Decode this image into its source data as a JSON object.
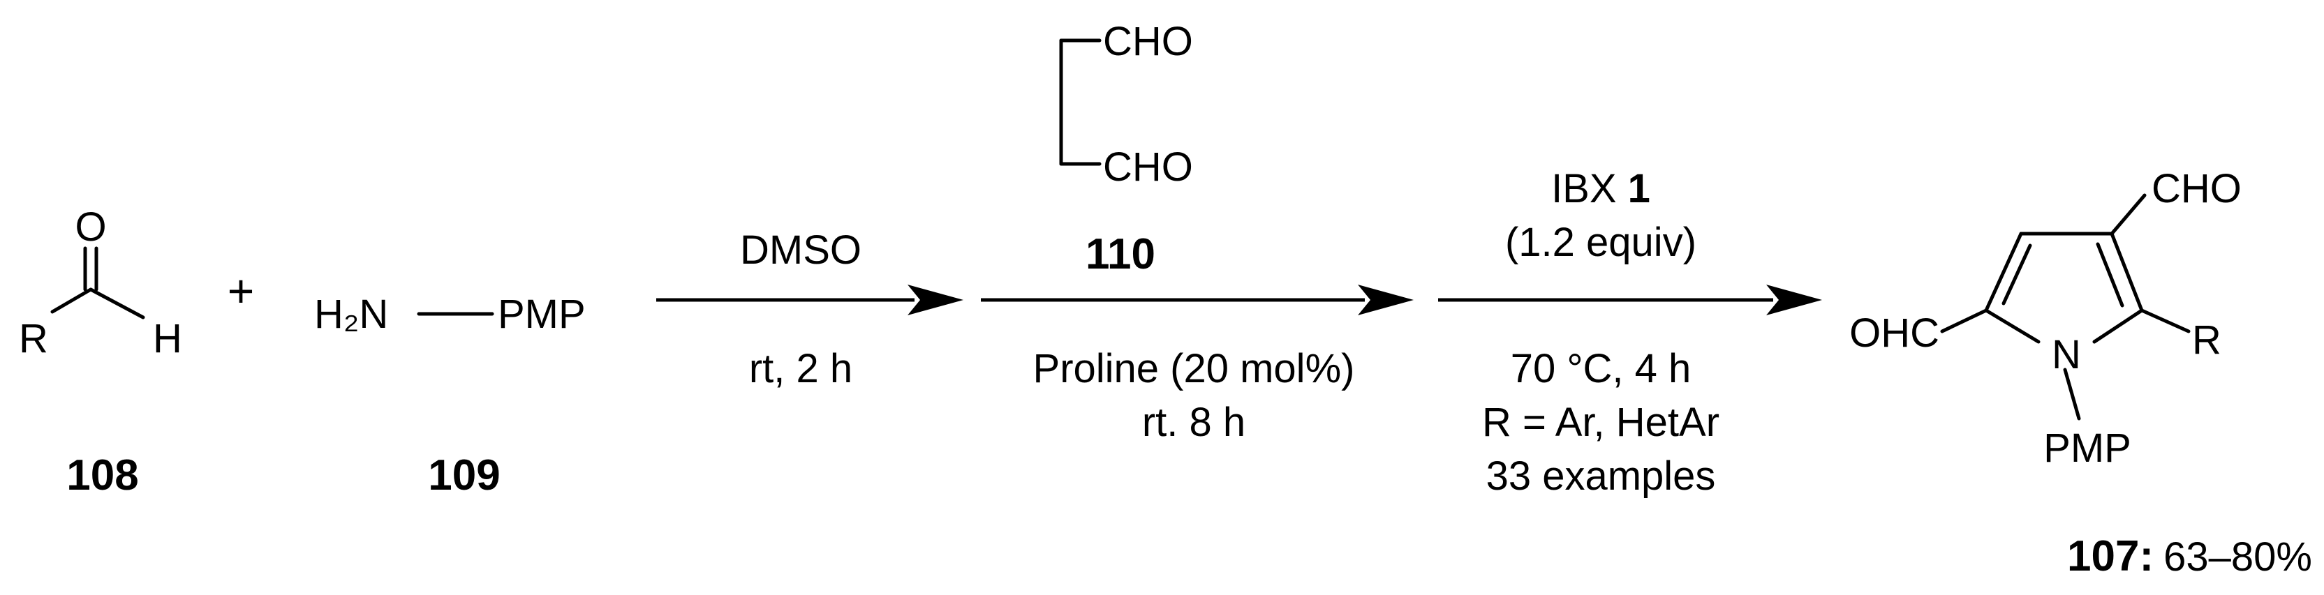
{
  "compounds": {
    "aldehyde": {
      "id": "108",
      "atoms": {
        "oxygen": "O",
        "r": "R",
        "hydrogen": "H"
      }
    },
    "amine": {
      "id": "109",
      "formula_h2n": "H₂N",
      "formula_pmp": "PMP"
    },
    "dialdehyde": {
      "id": "110",
      "cho_top": "CHO",
      "cho_bottom": "CHO"
    },
    "product": {
      "id": "107:",
      "yield": "63–80%",
      "cho_top": "CHO",
      "ohc_left": "OHC",
      "nitrogen": "N",
      "r": "R",
      "pmp": "PMP"
    }
  },
  "plus_sign": "+",
  "steps": [
    {
      "above": "DMSO",
      "below": [
        "rt, 2 h"
      ]
    },
    {
      "above": "110",
      "below": [
        "Proline (20 mol%)",
        "rt. 8 h"
      ]
    },
    {
      "above": [
        "IBX ",
        "1",
        "(1.2 equiv)"
      ],
      "below": [
        "70 °C, 4 h",
        "R = Ar, HetAr",
        "33 examples"
      ]
    }
  ]
}
